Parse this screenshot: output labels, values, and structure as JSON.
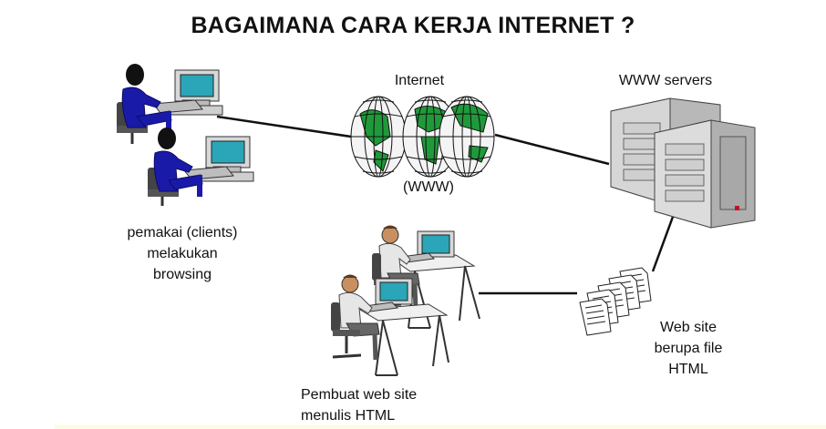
{
  "title": "BAGAIMANA CARA KERJA INTERNET ?",
  "labels": {
    "internet": "Internet",
    "www": "(WWW)",
    "www_servers": "WWW servers",
    "clients_line1": "pemakai (clients)",
    "clients_line2": "melakukan",
    "clients_line3": "browsing",
    "creator_line1": "Pembuat web site",
    "creator_line2": "menulis HTML",
    "website_line1": "Web site",
    "website_line2": "berupa file",
    "website_line3": "HTML"
  },
  "colors": {
    "client_figure": "#1a1aa8",
    "globe_land": "#1f9a3a",
    "server_body": "#c8c8c8",
    "developer_shirt": "#e6e6e6"
  }
}
